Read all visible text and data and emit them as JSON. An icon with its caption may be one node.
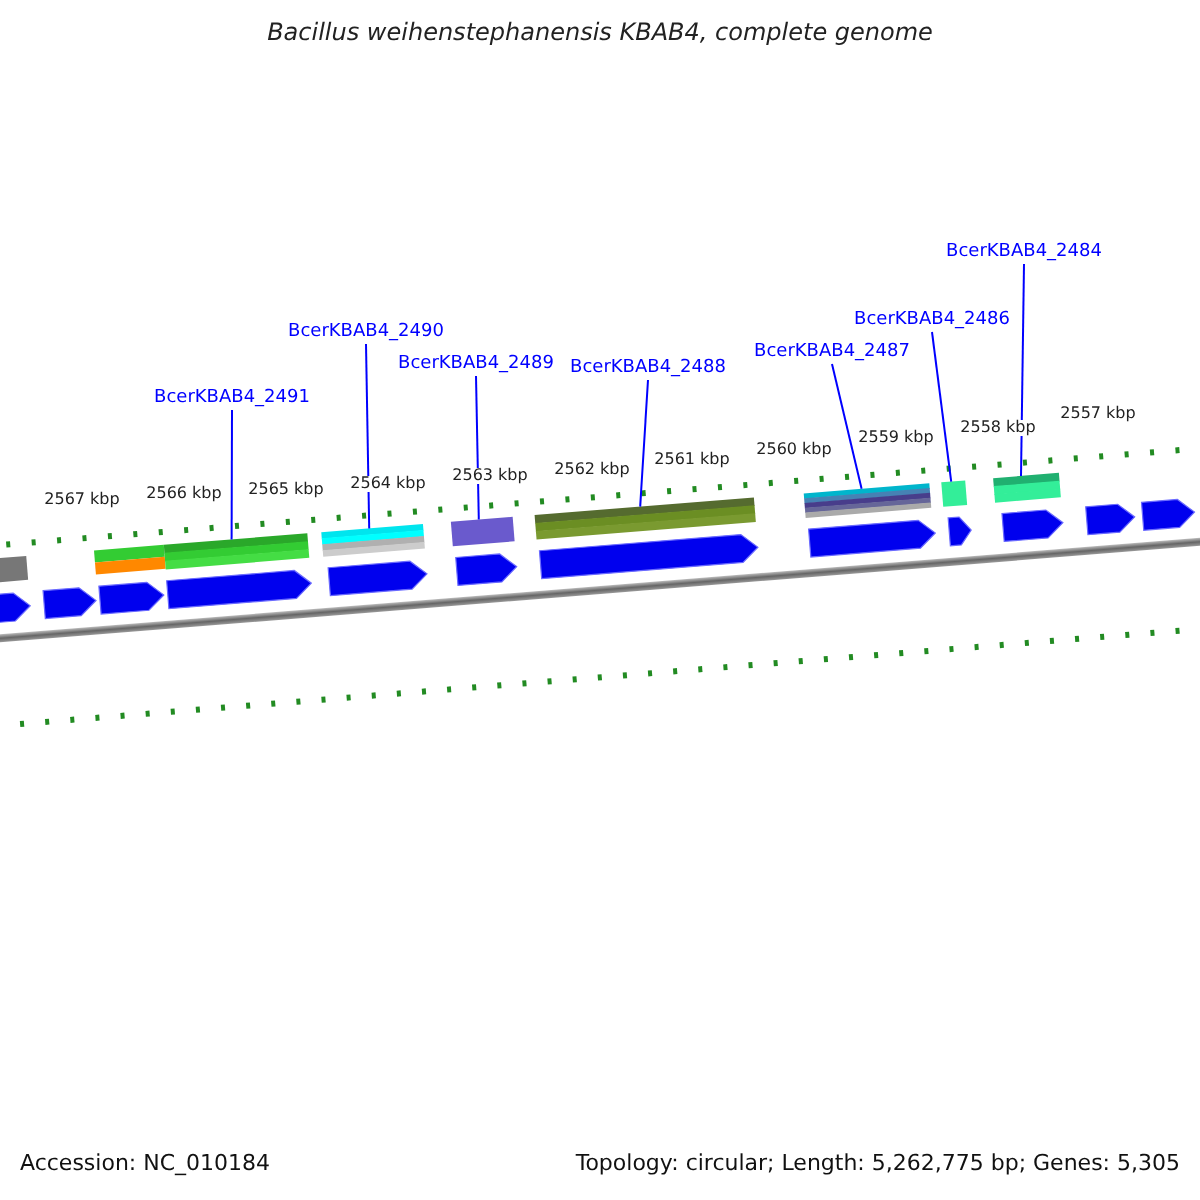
{
  "diagram": {
    "title": "Bacillus weihenstephanensis KBAB4, complete genome",
    "nodes": [
      {
        "text": [
          "BcerKBAB4_2491"
        ]
      },
      {
        "text": [
          "BcerKBAB4_2490"
        ]
      },
      {
        "text": [
          "BcerKBAB4_2489"
        ]
      },
      {
        "text": [
          "BcerKBAB4_2488"
        ]
      },
      {
        "text": [
          "BcerKBAB4_2487"
        ]
      },
      {
        "text": [
          "BcerKBAB4_2486"
        ]
      },
      {
        "text": [
          "BcerKBAB4_2484"
        ]
      },
      {
        "text": [],
        "shape": "bar"
      },
      {
        "text": [],
        "shape": "bar"
      },
      {
        "text": [],
        "shape": "bar"
      },
      {
        "text": [],
        "shape": "bar"
      },
      {
        "text": [],
        "shape": "bar"
      },
      {
        "text": [],
        "shape": "bar"
      },
      {
        "text": [],
        "shape": "bar"
      }
    ],
    "edges": [
      {
        "from": 0,
        "to": 7,
        "arrow": "none"
      },
      {
        "from": 1,
        "to": 8,
        "arrow": "none"
      },
      {
        "from": 2,
        "to": 9,
        "arrow": "none"
      },
      {
        "from": 3,
        "to": 10,
        "arrow": "none"
      },
      {
        "from": 4,
        "to": 11,
        "arrow": "none"
      },
      {
        "from": 5,
        "to": 12,
        "arrow": "none"
      },
      {
        "from": 6,
        "to": 13,
        "arrow": "none"
      }
    ],
    "labels": [
      "2567 kbp",
      "2566 kbp",
      "2565 kbp",
      "2564 kbp",
      "2563 kbp",
      "2562 kbp",
      "2561 kbp",
      "2560 kbp",
      "2559 kbp",
      "2558 kbp",
      "2557 kbp",
      "Accession: NC_010184",
      "Topology: circular; Length: 5,262,775 bp; Genes: 5,305"
    ]
  }
}
